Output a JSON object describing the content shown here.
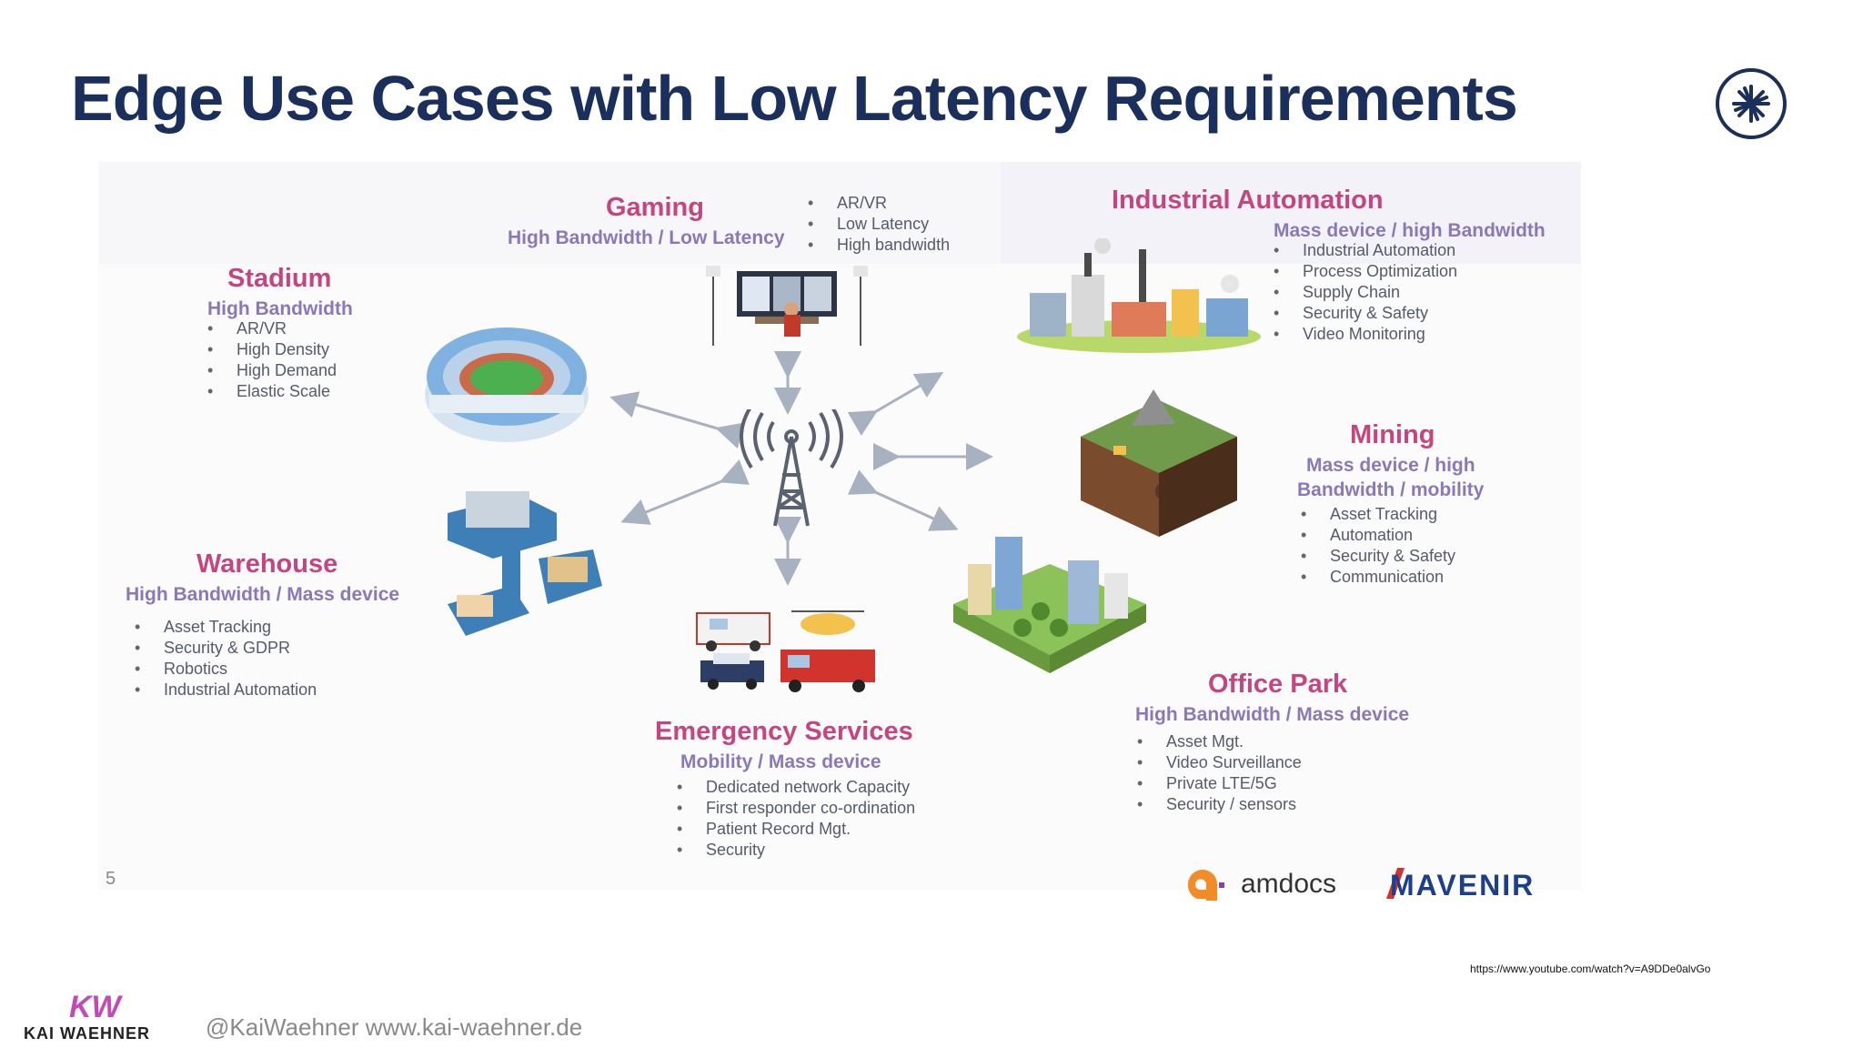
{
  "title": "Edge Use Cases with Low Latency Requirements",
  "logo_icon": "star-burst-icon",
  "colors": {
    "title": "#1b2f5c",
    "heading": "#c4457f",
    "subheading": "#8b78b6",
    "bullet": "#545b6c"
  },
  "gaming": {
    "heading": "Gaming",
    "sub": "High Bandwidth /  Low Latency",
    "bullets": [
      "AR/VR",
      "Low Latency",
      "High bandwidth"
    ]
  },
  "industrial": {
    "heading": "Industrial Automation",
    "sub": "Mass device / high Bandwidth",
    "bullets": [
      "Industrial Automation",
      "Process Optimization",
      "Supply Chain",
      "Security & Safety",
      "Video Monitoring"
    ]
  },
  "stadium": {
    "heading": "Stadium",
    "sub": "High Bandwidth",
    "bullets": [
      "AR/VR",
      "High Density",
      "High Demand",
      "Elastic Scale"
    ]
  },
  "mining": {
    "heading": "Mining",
    "sub1": "Mass device / high",
    "sub2": "Bandwidth / mobility",
    "bullets": [
      "Asset Tracking",
      "Automation",
      "Security & Safety",
      "Communication"
    ]
  },
  "warehouse": {
    "heading": "Warehouse",
    "sub": "High Bandwidth / Mass device",
    "bullets": [
      "Asset Tracking",
      "Security & GDPR",
      "Robotics",
      "Industrial Automation"
    ]
  },
  "office": {
    "heading": "Office Park",
    "sub": "High Bandwidth / Mass device",
    "bullets": [
      "Asset Mgt.",
      "Video Surveillance",
      "Private LTE/5G",
      "Security / sensors"
    ]
  },
  "emergency": {
    "heading": "Emergency Services",
    "sub": "Mobility / Mass device",
    "bullets": [
      "Dedicated network Capacity",
      "First responder co-ordination",
      "Patient Record Mgt.",
      "Security"
    ]
  },
  "page_number": "5",
  "partners": {
    "amdocs": "amdocs",
    "mavenir": "MAVENIR"
  },
  "source_url": "https://www.youtube.com/watch?v=A9DDe0alvGo",
  "footer": {
    "brand_mark": "KW",
    "brand_name": "KAI WAEHNER",
    "handle": "@KaiWaehner www.kai-waehner.de"
  }
}
